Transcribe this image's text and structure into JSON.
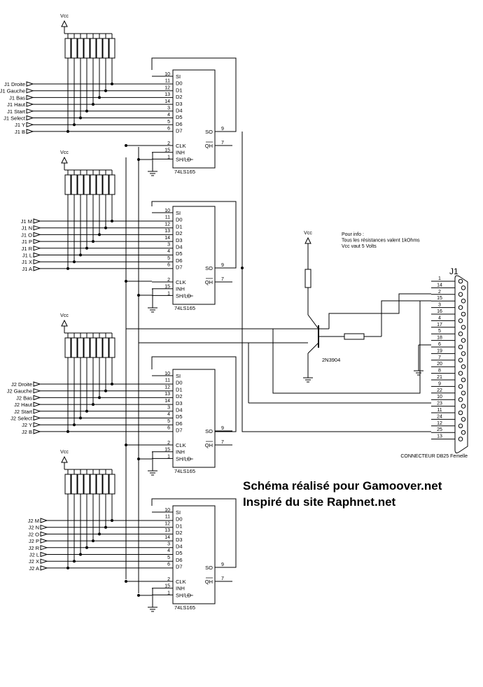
{
  "title_lines": [
    "Schéma réalisé pour Gamoover.net",
    "Inspiré du site Raphnet.net"
  ],
  "vcc_label": "Vcc",
  "chip_label": "74LS165",
  "chip_pins_left": [
    {
      "num": "10",
      "name": "SI"
    },
    {
      "num": "11",
      "name": "D0"
    },
    {
      "num": "12",
      "name": "D1"
    },
    {
      "num": "13",
      "name": "D2"
    },
    {
      "num": "14",
      "name": "D3"
    },
    {
      "num": "3",
      "name": "D4"
    },
    {
      "num": "4",
      "name": "D5"
    },
    {
      "num": "5",
      "name": "D6"
    },
    {
      "num": "6",
      "name": "D7"
    }
  ],
  "chip_pins_ctrl": [
    {
      "num": "2",
      "name": "CLK"
    },
    {
      "num": "15",
      "name": "INH"
    },
    {
      "num": "1",
      "name": "SH/LD"
    }
  ],
  "chip_pins_right": [
    {
      "num": "9",
      "name": "SO"
    },
    {
      "num": "7",
      "name": "QH"
    }
  ],
  "input_groups": [
    [
      "J1 Droite",
      "J1 Gauche",
      "J1 Bas",
      "J1 Haut",
      "J1 Start",
      "J1 Select",
      "J1 Y",
      "J1 B"
    ],
    [
      "J1 M",
      "J1 N",
      "J1 O",
      "J1 P",
      "J1 R",
      "J1 L",
      "J1 X",
      "J1 A"
    ],
    [
      "J2 Droite",
      "J2 Gauche",
      "J2 Bas",
      "J2 Haut",
      "J2 Start",
      "J2 Select",
      "J2 Y",
      "J2 B"
    ],
    [
      "J2 M",
      "J2 N",
      "J2 O",
      "J2 P",
      "J2 R",
      "J2 L",
      "J2 X",
      "J2 A"
    ]
  ],
  "info_note": [
    "Pour info :",
    "Tous les résistances valent 1kOhms",
    "Vcc vaut 5 Volts"
  ],
  "transistor_label": "2N3904",
  "connector": {
    "label": "J1",
    "caption": "CONNECTEUR DB25 Femelle",
    "pins": [
      "1",
      "14",
      "2",
      "15",
      "3",
      "16",
      "4",
      "17",
      "5",
      "18",
      "6",
      "19",
      "7",
      "20",
      "8",
      "21",
      "9",
      "22",
      "10",
      "23",
      "11",
      "24",
      "12",
      "25",
      "13"
    ]
  }
}
